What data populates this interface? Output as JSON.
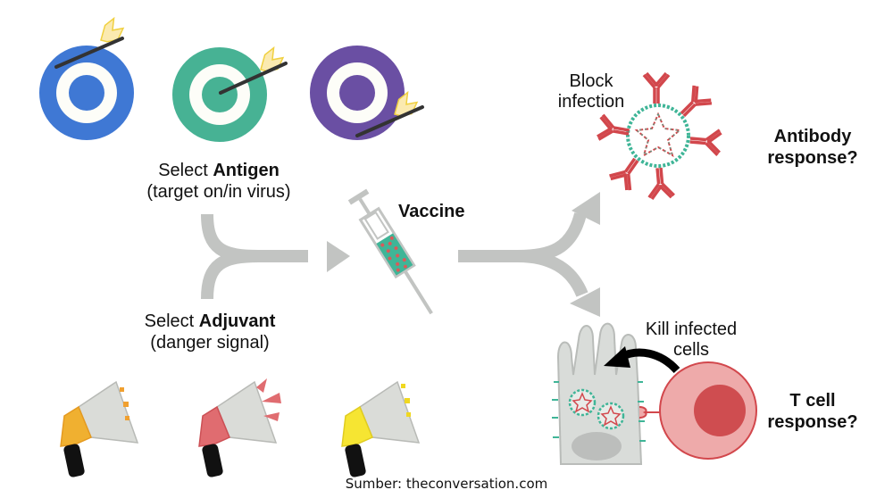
{
  "antigen": {
    "prefix": "Select ",
    "bold": "Antigen",
    "subtitle": "(target on/in virus)",
    "targets": [
      {
        "name": "blue-target",
        "color": "#3f78d4"
      },
      {
        "name": "teal-target",
        "color": "#47b294"
      },
      {
        "name": "purple-target",
        "color": "#6a4fa3"
      }
    ]
  },
  "adjuvant": {
    "prefix": "Select ",
    "bold": "Adjuvant",
    "subtitle": "(danger signal)",
    "megaphones": [
      {
        "name": "orange-megaphone",
        "color": "#f0b030"
      },
      {
        "name": "red-megaphone",
        "color": "#e06c70"
      },
      {
        "name": "yellow-megaphone",
        "color": "#f6e532"
      }
    ]
  },
  "vaccine": {
    "label": "Vaccine"
  },
  "antibody": {
    "callout_line1": "Block",
    "callout_line2": "infection",
    "title_line1": "Antibody",
    "title_line2": "response?"
  },
  "tcell": {
    "callout_line1": "Kill infected",
    "callout_line2": "cells",
    "title_line1": "T cell",
    "title_line2": "response?"
  },
  "source": "Sumber: theconversation.com",
  "colors": {
    "arrow_gray": "#c2c4c2",
    "antibody_red": "#d2474c",
    "virus_teal": "#3fb597",
    "tcell_pink": "#eeaaaa",
    "tcell_nucleus": "#cf4d50",
    "cell_gray": "#d9dcd9"
  }
}
